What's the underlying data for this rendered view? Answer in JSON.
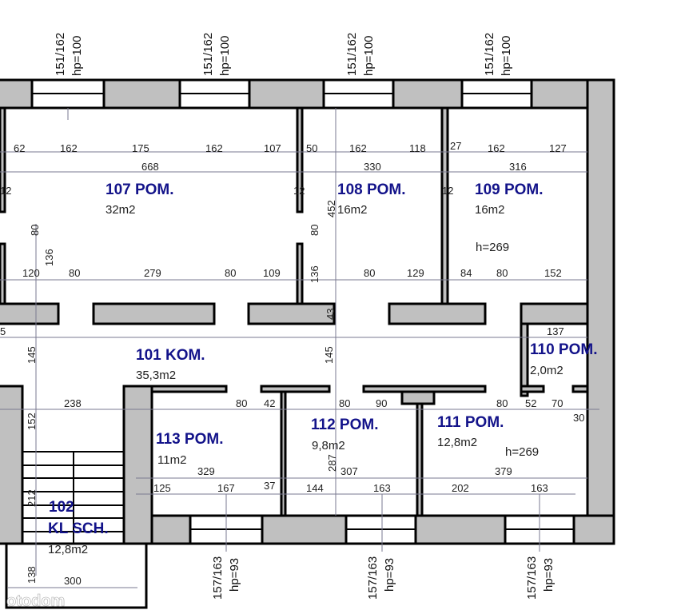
{
  "rooms": {
    "r107": {
      "name": "107 POM.",
      "area": "32m2"
    },
    "r108": {
      "name": "108 POM.",
      "area": "16m2"
    },
    "r109": {
      "name": "109 POM.",
      "area": "16m2",
      "height": "h=269"
    },
    "r101": {
      "name": "101 KOM.",
      "area": "35,3m2"
    },
    "r110": {
      "name": "110 POM.",
      "area": "2,0m2"
    },
    "r113": {
      "name": "113 POM.",
      "area": "11m2"
    },
    "r112": {
      "name": "112 POM.",
      "area": "9,8m2"
    },
    "r111": {
      "name": "111 POM.",
      "area": "12,8m2",
      "height": "h=269"
    },
    "r102": {
      "name": "102",
      "name2": "KL SCH.",
      "area": "12,8m2"
    }
  },
  "windows_top": {
    "size": "151/162",
    "hp": "hp=100"
  },
  "windows_bottom": {
    "size": "157/163",
    "hp": "hp=93"
  },
  "dims": {
    "row1": [
      "62",
      "162",
      "175",
      "162",
      "107",
      "50",
      "162",
      "118",
      "27",
      "162",
      "127"
    ],
    "row2": [
      "668",
      "330",
      "316"
    ],
    "twelve": "12",
    "row3": [
      "120",
      "80",
      "279",
      "80",
      "109",
      "80",
      "129",
      "84",
      "80",
      "152"
    ],
    "row4": [
      "238",
      "80",
      "42",
      "80",
      "90",
      "80",
      "52",
      "70",
      "30"
    ],
    "row5": [
      "329",
      "307",
      "379"
    ],
    "row6": [
      "125",
      "167",
      "37",
      "144",
      "163",
      "202",
      "163"
    ],
    "v": [
      "452",
      "80",
      "80",
      "136",
      "136",
      "43",
      "145",
      "145",
      "152",
      "287",
      "212",
      "138"
    ],
    "misc": [
      "5",
      "137",
      "300"
    ]
  },
  "watermark": "otodom"
}
